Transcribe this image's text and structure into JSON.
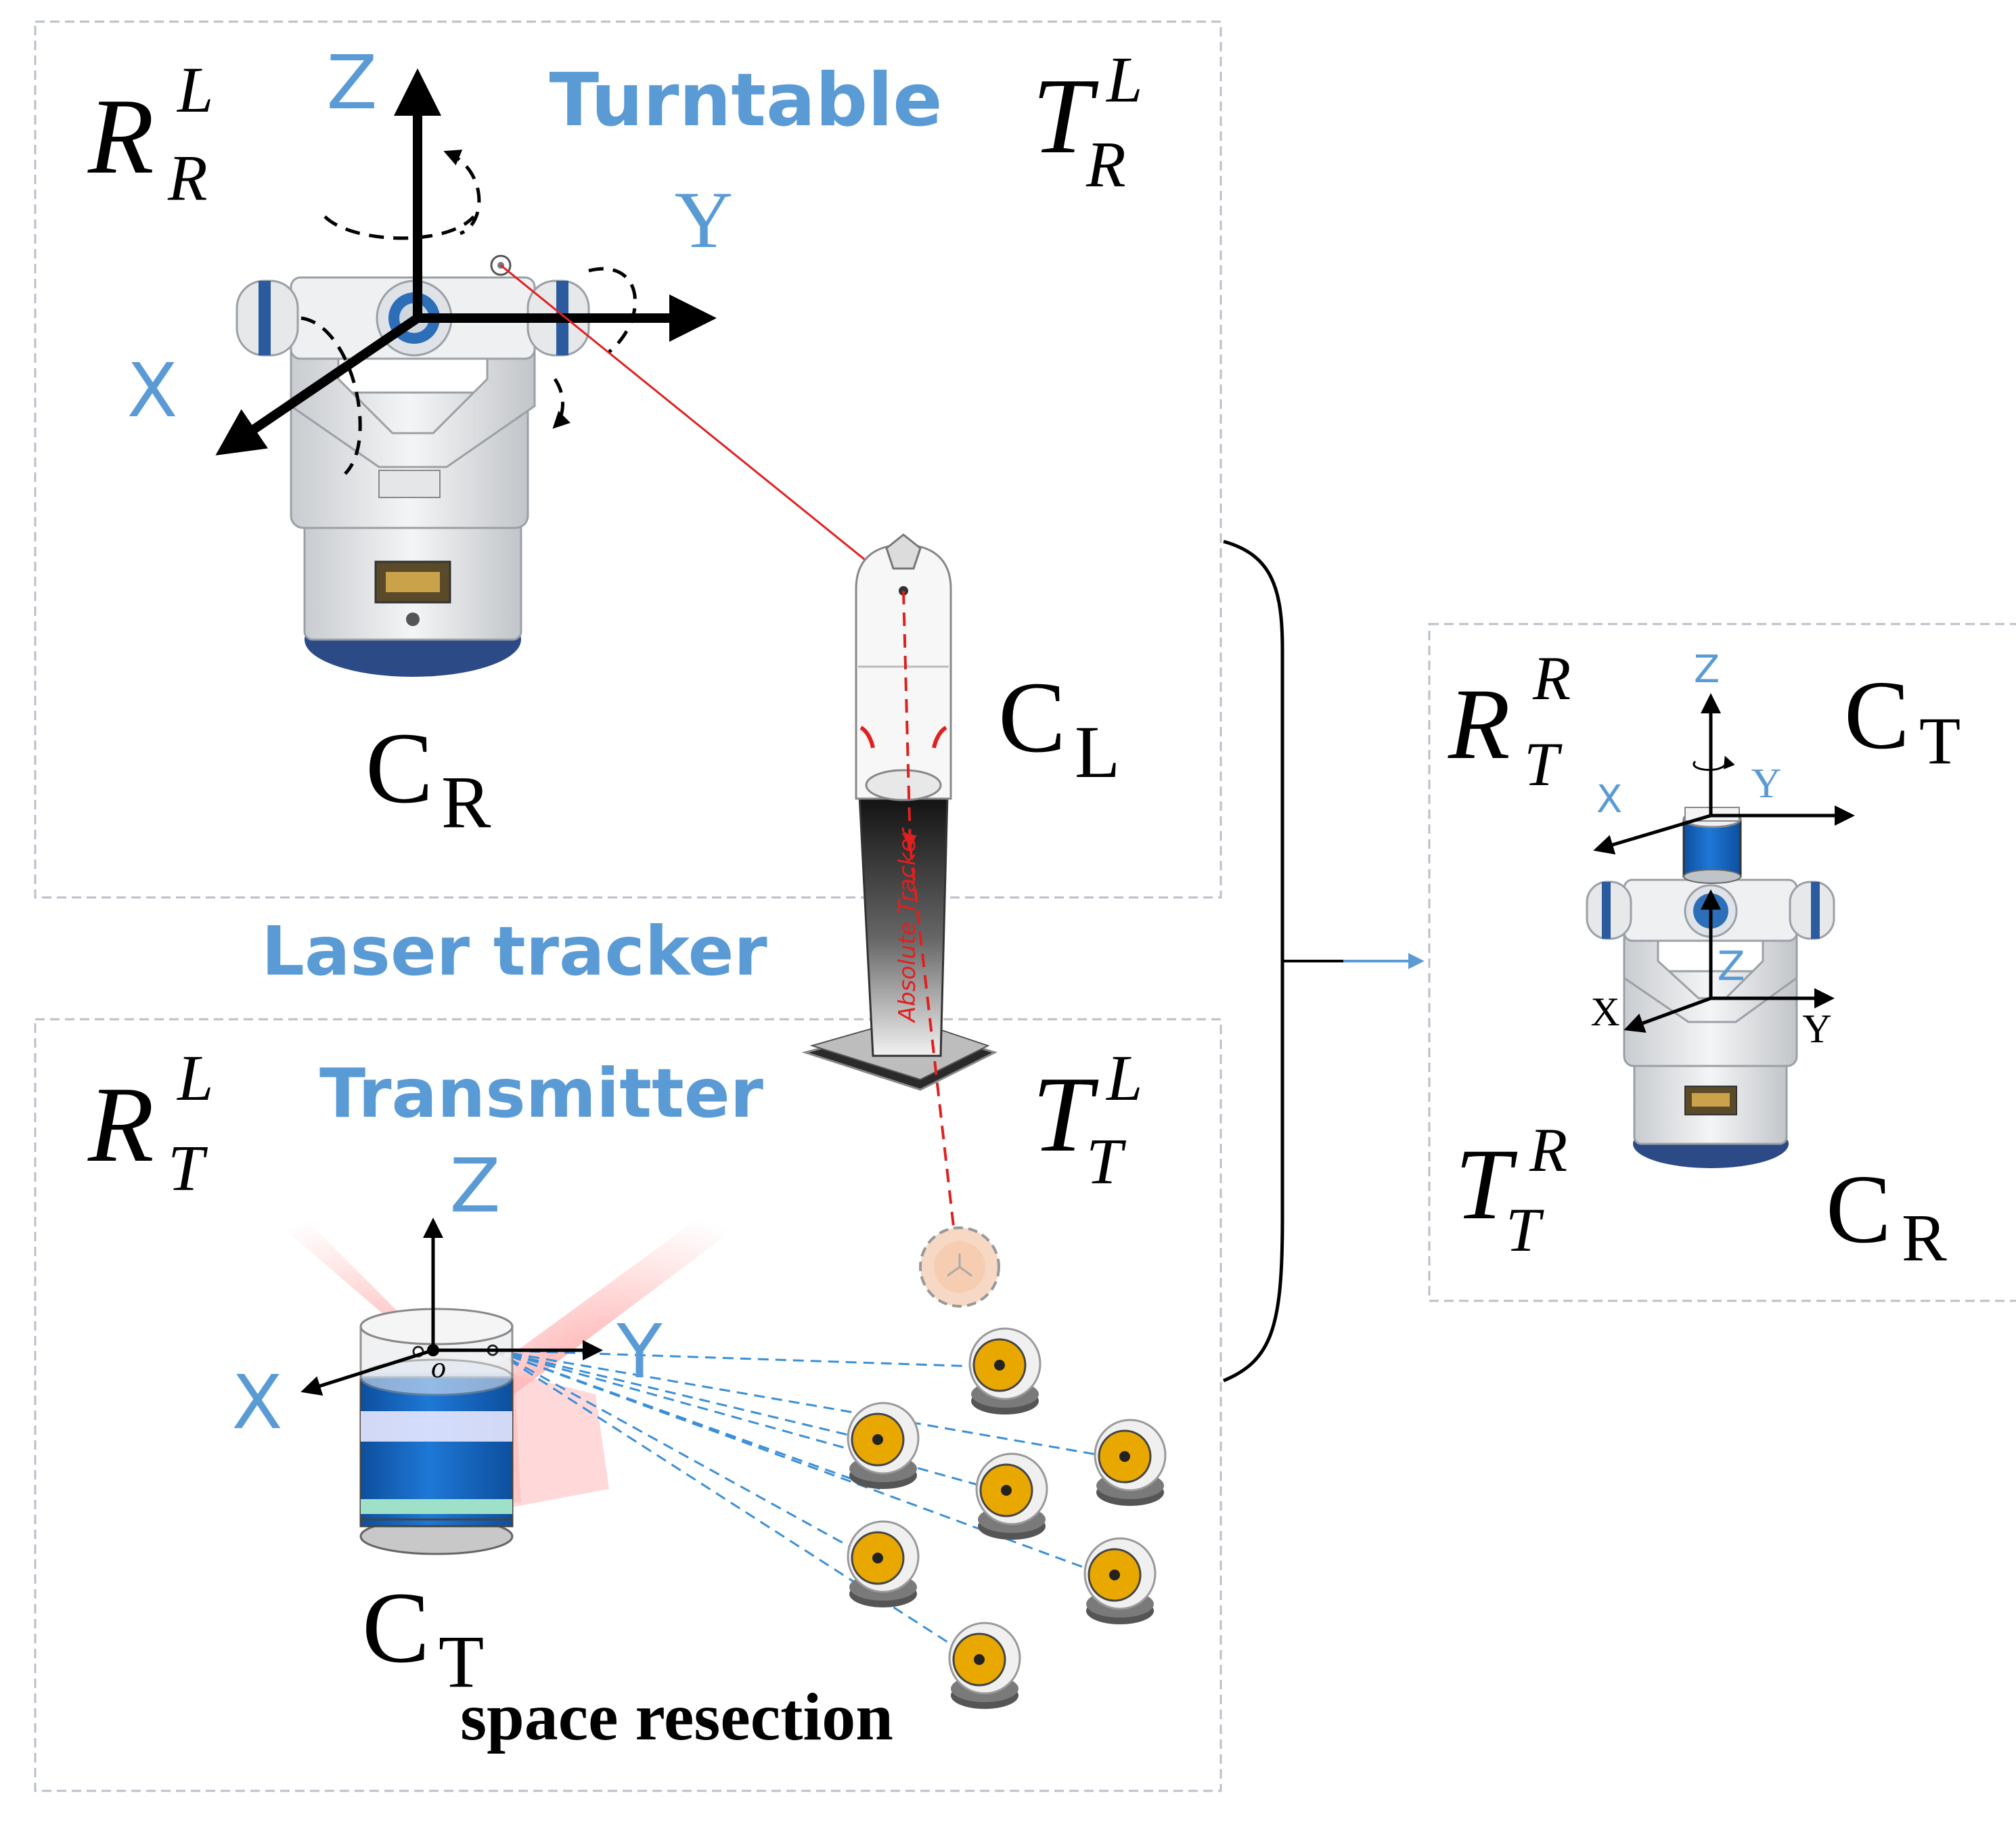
{
  "colors": {
    "blue_label": "#5b9bd5",
    "laser_red": "#e02020",
    "axis_black": "#000000",
    "target_yellow": "#e8a800",
    "transmitter_blue": "#1565c0",
    "panel_border": "#b8c0c8"
  },
  "turntable_panel": {
    "title": "Turntable",
    "rotation": {
      "base": "R",
      "sub": "R",
      "sup": "L"
    },
    "translation": {
      "base": "T",
      "sub": "R",
      "sup": "L"
    },
    "axis_z": "Z",
    "axis_y": "Y",
    "axis_x": "X",
    "frame": {
      "base": "C",
      "sub": "R"
    }
  },
  "laser_tracker": {
    "label": "Laser tracker",
    "frame": {
      "base": "C",
      "sub": "L"
    },
    "body_text": "Absolute Tracker"
  },
  "transmitter_panel": {
    "title": "Transmitter",
    "rotation": {
      "base": "R",
      "sub": "T",
      "sup": "L"
    },
    "translation": {
      "base": "T",
      "sub": "T",
      "sup": "L"
    },
    "axis_z": "Z",
    "axis_y": "Y",
    "axis_x": "X",
    "origin": "o",
    "frame": {
      "base": "C",
      "sub": "T"
    },
    "method": "space resection"
  },
  "result_panel": {
    "rotation": {
      "base": "R",
      "sub": "T",
      "sup": "R"
    },
    "translation": {
      "base": "T",
      "sub": "T",
      "sup": "R"
    },
    "frame_top": {
      "base": "C",
      "sub": "T"
    },
    "frame_bottom": {
      "base": "C",
      "sub": "R"
    },
    "top_axis_z": "Z",
    "top_axis_x": "X",
    "top_axis_y": "Y",
    "bottom_axis_z": "Z",
    "bottom_axis_x": "X",
    "bottom_axis_y": "Y"
  }
}
